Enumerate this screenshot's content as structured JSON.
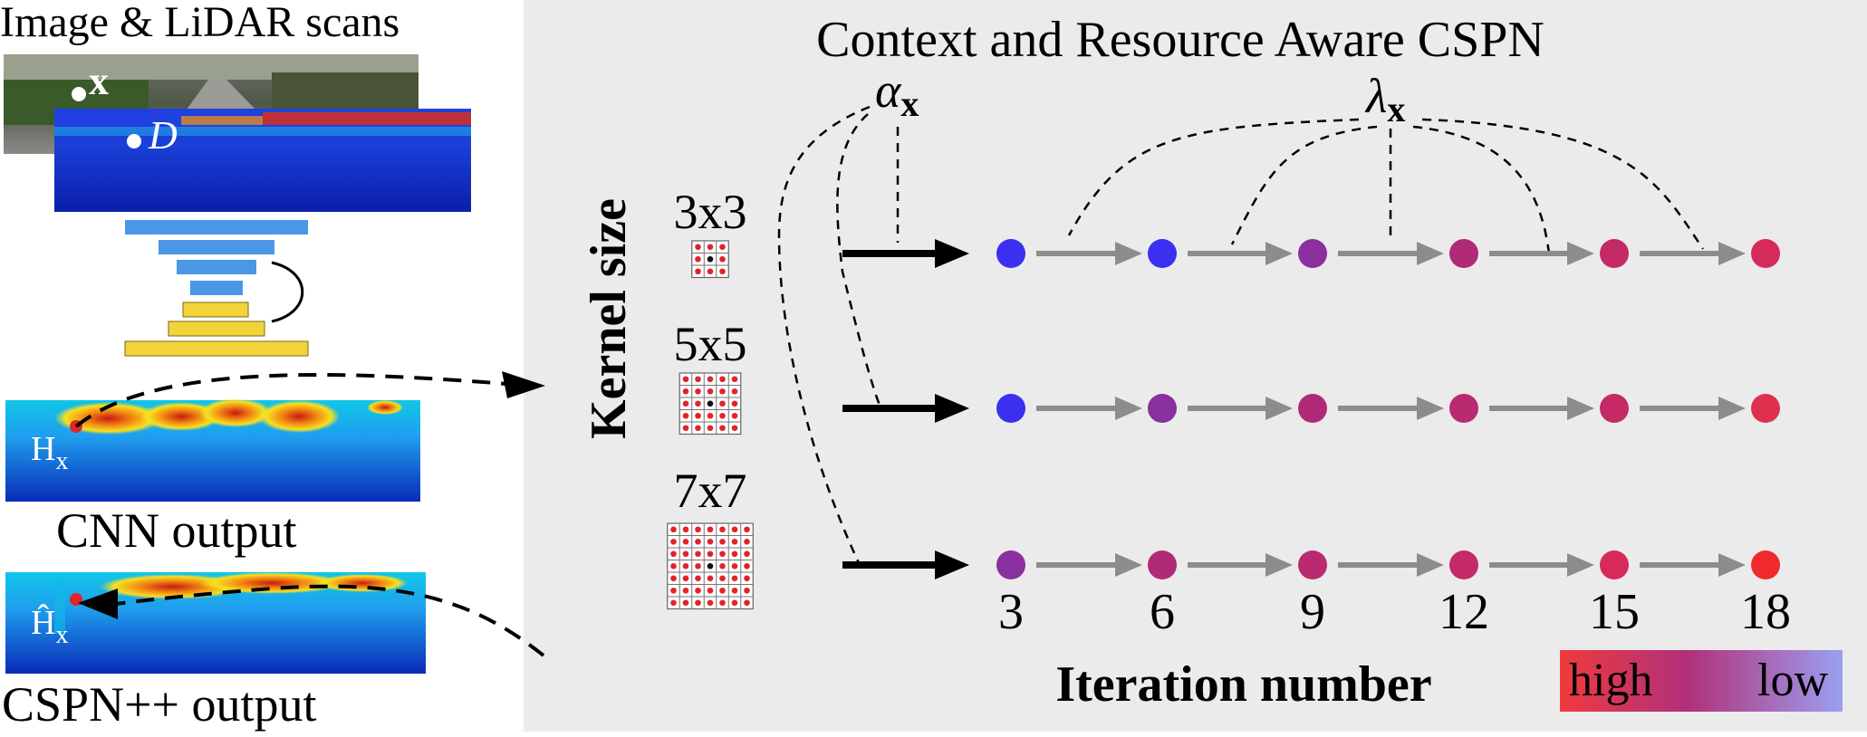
{
  "left": {
    "input_title": "Image & LiDAR scans",
    "pixel_label": "x",
    "depth_label": "D",
    "cnn_point_label": "H",
    "cnn_point_sub": "x",
    "cnn_caption": "CNN output",
    "cspn_point_label": "Ĥ",
    "cspn_point_sub": "x",
    "cspn_caption": "CSPN++ output"
  },
  "right": {
    "title": "Context and Resource Aware CSPN",
    "alpha_symbol": "α",
    "alpha_sub": "x",
    "lambda_symbol": "λ",
    "lambda_sub": "x",
    "kernel_axis_label": "Kernel size",
    "kernels": [
      {
        "label": "3x3",
        "n": 3
      },
      {
        "label": "5x5",
        "n": 5
      },
      {
        "label": "7x7",
        "n": 7
      }
    ],
    "iteration_axis_label": "Iteration number",
    "iterations": [
      "3",
      "6",
      "9",
      "12",
      "15",
      "18"
    ],
    "legend": {
      "high": "high",
      "low": "low",
      "high_color": "#f03a3e",
      "low_color": "#9c9ff0"
    }
  },
  "rows": [
    {
      "colors": [
        "#3b2ff0",
        "#3b2ff0",
        "#8a2f9e",
        "#b02a78",
        "#c42a66",
        "#d62a5a"
      ]
    },
    {
      "colors": [
        "#3b2ff0",
        "#8a2f9e",
        "#b02a78",
        "#b92a70",
        "#c42a66",
        "#e0304f"
      ]
    },
    {
      "colors": [
        "#8a2f9e",
        "#b02a78",
        "#b92a70",
        "#c42a66",
        "#d62a5a",
        "#f02a2a"
      ]
    }
  ]
}
